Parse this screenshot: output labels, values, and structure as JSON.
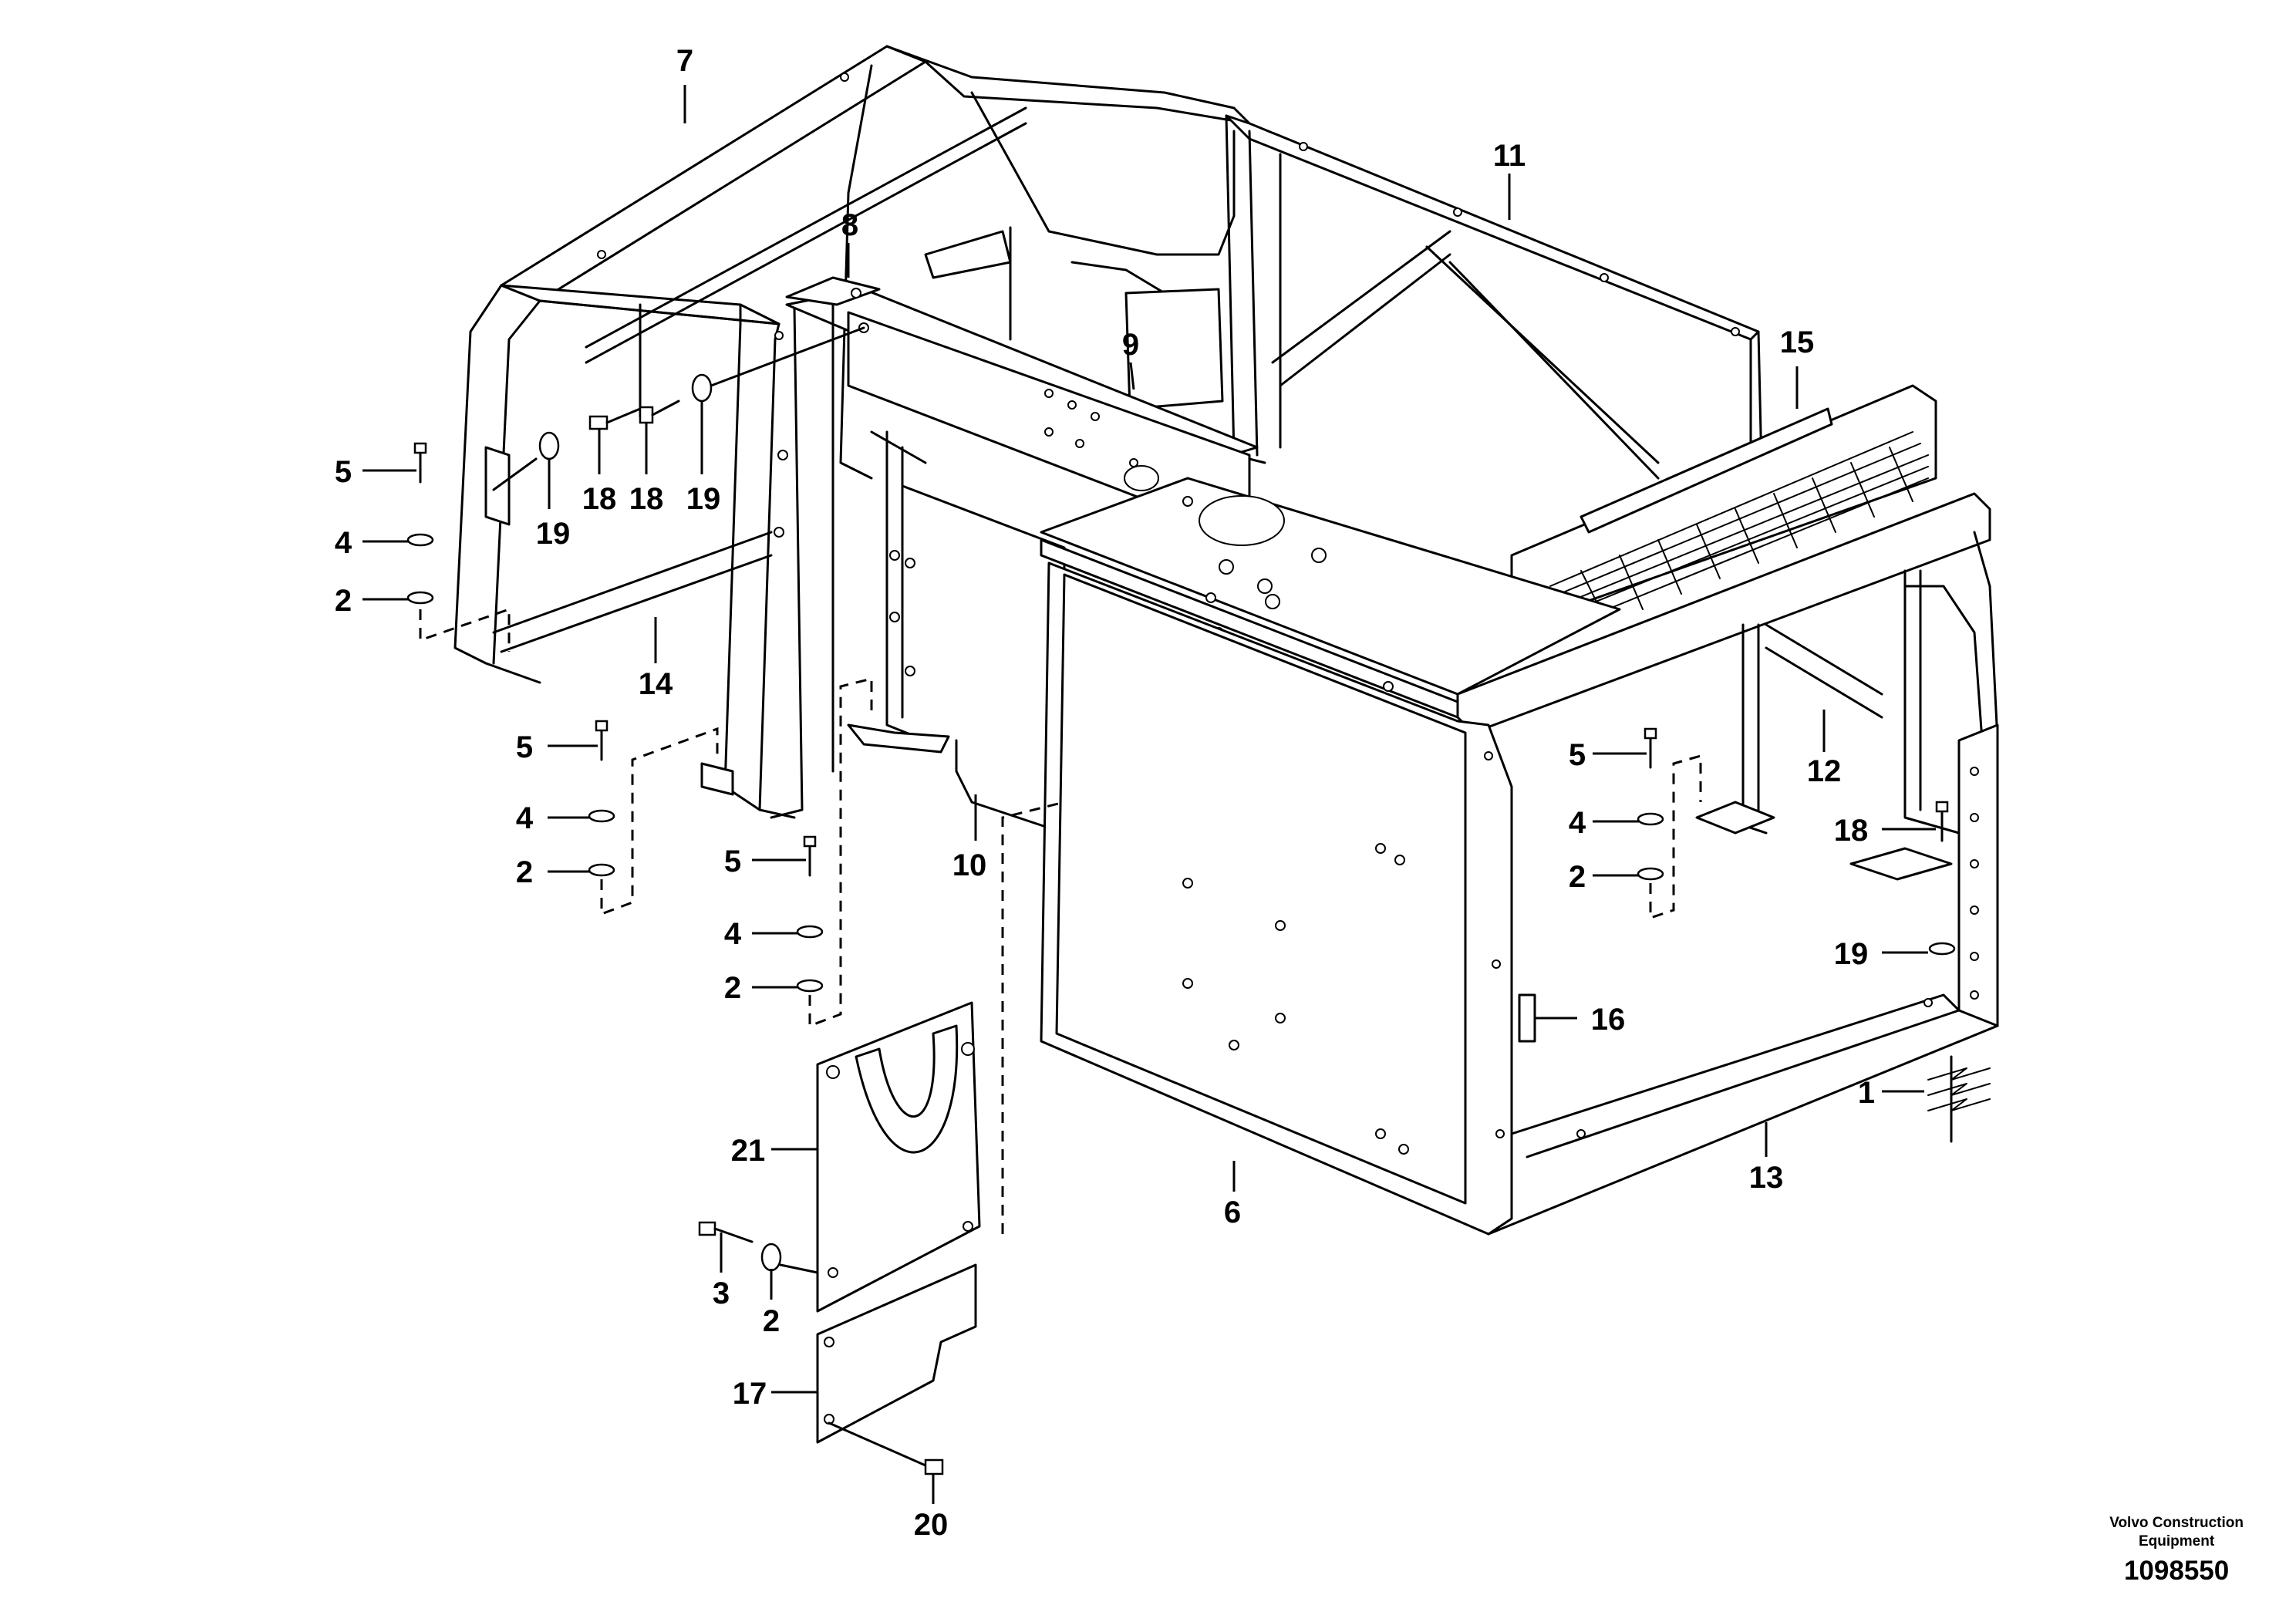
{
  "callouts": [
    {
      "id": "c7",
      "text": "7"
    },
    {
      "id": "c8",
      "text": "8"
    },
    {
      "id": "c9",
      "text": "9"
    },
    {
      "id": "c11",
      "text": "11"
    },
    {
      "id": "c15",
      "text": "15"
    },
    {
      "id": "c5a",
      "text": "5"
    },
    {
      "id": "c4a",
      "text": "4"
    },
    {
      "id": "c2a",
      "text": "2"
    },
    {
      "id": "c19a",
      "text": "19"
    },
    {
      "id": "c18a",
      "text": "18"
    },
    {
      "id": "c18b",
      "text": "18"
    },
    {
      "id": "c19b",
      "text": "19"
    },
    {
      "id": "c14",
      "text": "14"
    },
    {
      "id": "c5b",
      "text": "5"
    },
    {
      "id": "c4b",
      "text": "4"
    },
    {
      "id": "c2b",
      "text": "2"
    },
    {
      "id": "c10",
      "text": "10"
    },
    {
      "id": "c5c",
      "text": "5"
    },
    {
      "id": "c4c",
      "text": "4"
    },
    {
      "id": "c2c",
      "text": "2"
    },
    {
      "id": "c21",
      "text": "21"
    },
    {
      "id": "c3",
      "text": "3"
    },
    {
      "id": "c2d",
      "text": "2"
    },
    {
      "id": "c17",
      "text": "17"
    },
    {
      "id": "c20",
      "text": "20"
    },
    {
      "id": "c6",
      "text": "6"
    },
    {
      "id": "c13",
      "text": "13"
    },
    {
      "id": "c12",
      "text": "12"
    },
    {
      "id": "c5d",
      "text": "5"
    },
    {
      "id": "c4d",
      "text": "4"
    },
    {
      "id": "c2e",
      "text": "2"
    },
    {
      "id": "c18c",
      "text": "18"
    },
    {
      "id": "c19c",
      "text": "19"
    },
    {
      "id": "c16",
      "text": "16"
    },
    {
      "id": "c1",
      "text": "1"
    }
  ],
  "footer": {
    "brand_line1": "Volvo Construction",
    "brand_line2": "Equipment",
    "doc_number": "1098550"
  }
}
